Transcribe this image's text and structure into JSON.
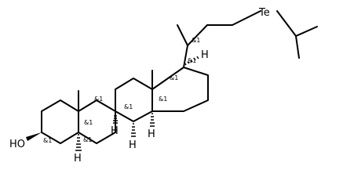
{
  "molecule": {
    "atom_labels": {
      "te": "Te",
      "ho": "HO",
      "h": "H"
    },
    "stereo_descriptor": "&1"
  }
}
